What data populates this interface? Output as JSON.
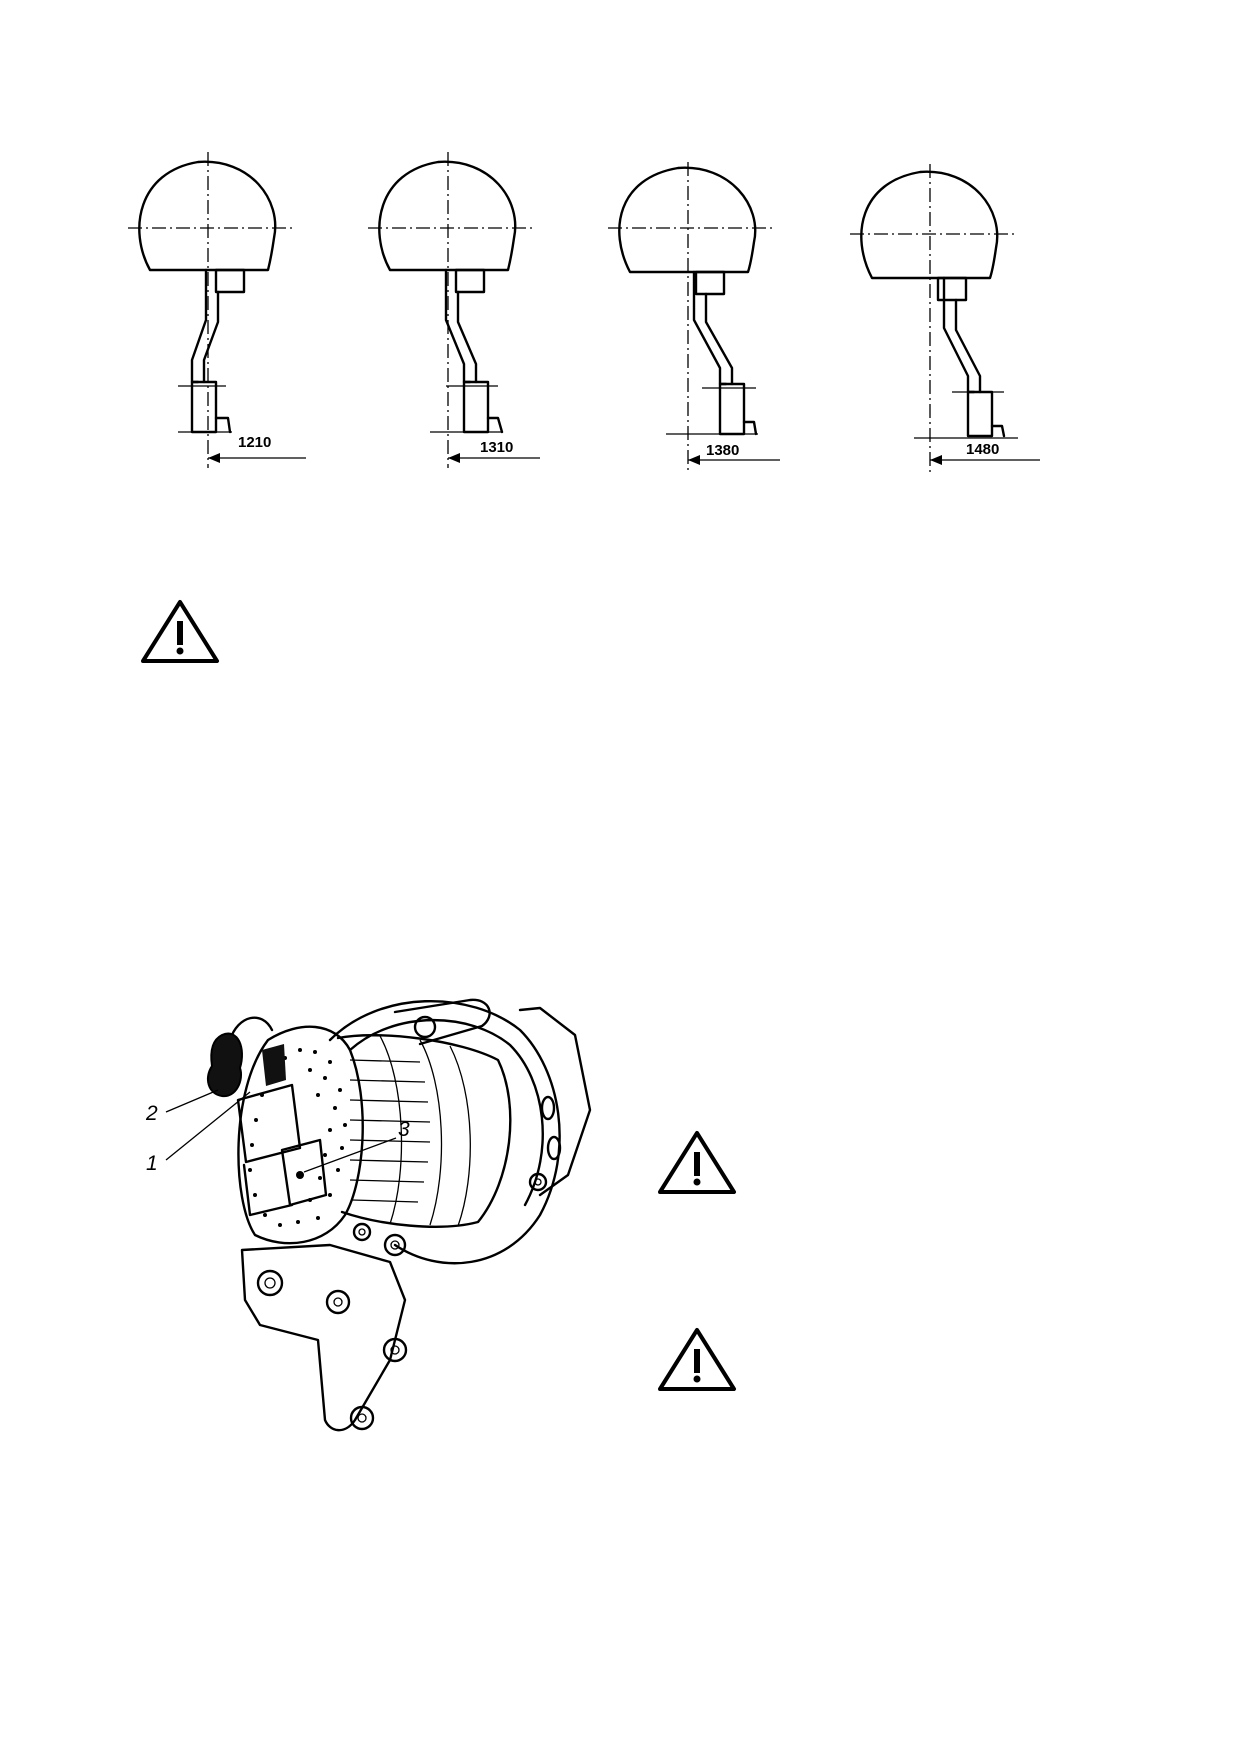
{
  "page": {
    "background": "#ffffff",
    "ink": "#000000"
  },
  "top_figure": {
    "positions": [
      {
        "dimension": "1210"
      },
      {
        "dimension": "1310"
      },
      {
        "dimension": "1380"
      },
      {
        "dimension": "1480"
      }
    ]
  },
  "warnings": [
    {
      "icon": "warning-triangle-icon"
    },
    {
      "icon": "warning-triangle-icon"
    },
    {
      "icon": "warning-triangle-icon"
    }
  ],
  "bottom_figure": {
    "callouts": [
      {
        "label": "2"
      },
      {
        "label": "1"
      },
      {
        "label": "3"
      }
    ]
  }
}
